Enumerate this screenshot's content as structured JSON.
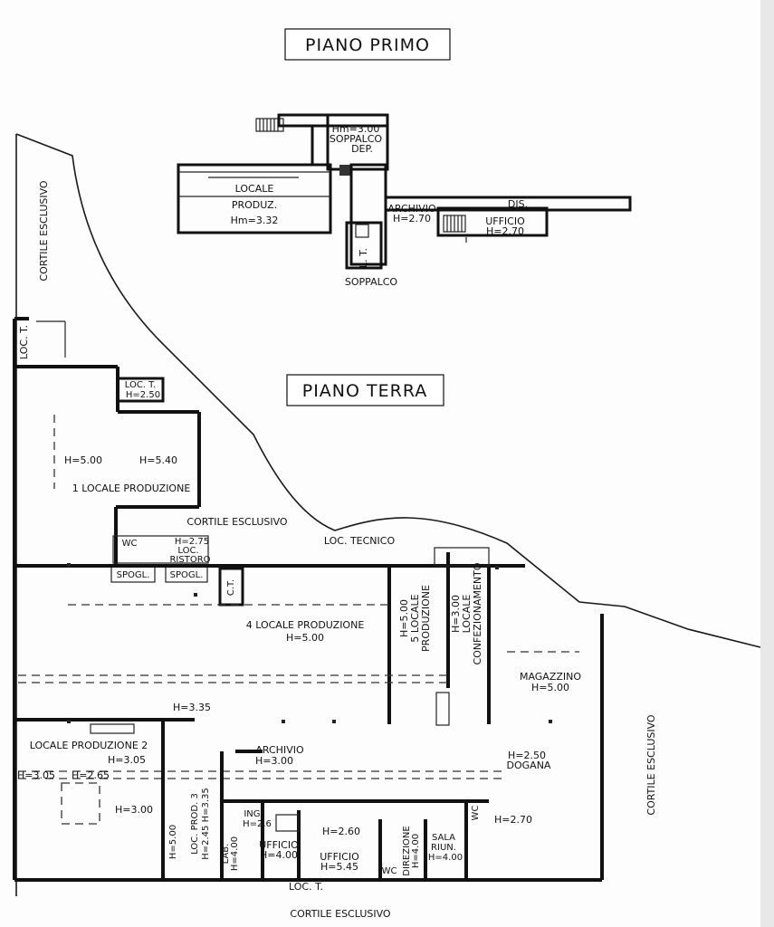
{
  "titles": {
    "piano_primo": "PIANO PRIMO",
    "piano_terra": "PIANO TERRA"
  },
  "piano_primo": {
    "soppalco_dep_h": "Hm=3.00",
    "soppalco_dep_name": "SOPPALCO",
    "soppalco_dep_name2": "DEP.",
    "locale_produz_1": "LOCALE",
    "locale_produz_2": "PRODUZ.",
    "locale_produz_h": "Hm=3.32",
    "archivio": "ARCHIVIO",
    "archivio_h": "H=2.70",
    "dis": "DIS.",
    "ufficio": "UFFICIO",
    "ufficio_h": "H=2.70",
    "lt": "L. T.",
    "soppalco": "SOPPALCO"
  },
  "piano_terra": {
    "cortile_left": "CORTILE ESCLUSIVO",
    "cortile_mid": "CORTILE ESCLUSIVO",
    "cortile_right": "CORTILE ESCLUSIVO",
    "cortile_bottom": "CORTILE ESCLUSIVO",
    "loc_t_top": "LOC. T.",
    "loc_t_2": "LOC. T.",
    "loc_t_2_h": "H=2.50",
    "p1_h_a": "H=5.00",
    "p1_h_b": "H=5.40",
    "p1_name": "1  LOCALE  PRODUZIONE",
    "wc": "WC",
    "h275": "H=2.75",
    "loc_ristoro_1": "LOC.",
    "loc_ristoro_2": "RISTORO",
    "spogl_1": "SPOGL.",
    "spogl_2": "SPOGL.",
    "ct": "C.T.",
    "loc_tecnico": "LOC. TECNICO",
    "p4_name": "4  LOCALE  PRODUZIONE",
    "p4_h": "H=5.00",
    "p5_h": "H=5.00",
    "p5_name1": "5  LOCALE",
    "p5_name2": "PRODUZIONE",
    "conf_h": "H=3.00",
    "conf_1": "LOCALE",
    "conf_2": "CONFEZIONAMENTO",
    "magazzino": "MAGAZZINO",
    "magazzino_h": "H=5.00",
    "h335": "H=3.35",
    "p2_name": "LOCALE  PRODUZIONE 2",
    "h305_a": "H=3.05",
    "h305_b": "H=3.05",
    "h265": "H=2.65",
    "h300": "H=3.00",
    "archivio": "ARCHIVIO",
    "archivio_h": "H=3.00",
    "h250": "H=2.50",
    "dogana": "DOGANA",
    "locprod3_1": "LOC.  PROD. 3",
    "locprod3_2": "H=2.45 H=3.35",
    "h500v": "H=5.00",
    "lab": "LAB.",
    "lab_h": "H=4.00",
    "ing": "ING.",
    "ing_h": "H=2.6",
    "ufficio_a": "UFFICIO",
    "ufficio_a_h": "H=4.00",
    "h260": "H=2.60",
    "ufficio_b": "UFFICIO",
    "ufficio_b_h": "H=5.45",
    "wc_2": "WC",
    "direzione": "DIREZIONE",
    "direzione_h": "H=4.00",
    "sala_1": "SALA",
    "sala_2": "RIUN.",
    "sala_h": "H=4.00",
    "wc_3": "WC",
    "h270": "H=2.70",
    "loc_t_bottom": "LOC. T."
  }
}
